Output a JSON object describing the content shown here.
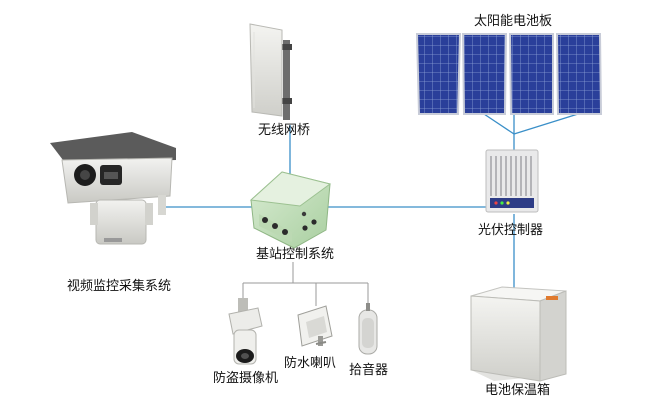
{
  "labels": {
    "solar_panel": "太阳能电池板",
    "wireless_bridge": "无线网桥",
    "pv_controller": "光伏控制器",
    "base_station": "基站控制系统",
    "video_system": "视频监控采集系统",
    "anti_theft_camera": "防盗摄像机",
    "waterproof_speaker": "防水喇叭",
    "pickup": "拾音器",
    "battery_box": "电池保温箱"
  },
  "colors": {
    "link_line": "#3a8fc8",
    "panel_cell": "#2a3f9a",
    "panel_grid": "#8ea3d8"
  },
  "icons": {
    "solar_panel": "solar-panel-icon",
    "wireless_bridge": "antenna-icon",
    "pv_controller": "charge-controller-icon",
    "base_station": "control-box-icon",
    "video_system": "ptz-camera-icon",
    "anti_theft_camera": "security-camera-icon",
    "waterproof_speaker": "horn-speaker-icon",
    "pickup": "microphone-icon",
    "battery_box": "battery-cabinet-icon"
  }
}
